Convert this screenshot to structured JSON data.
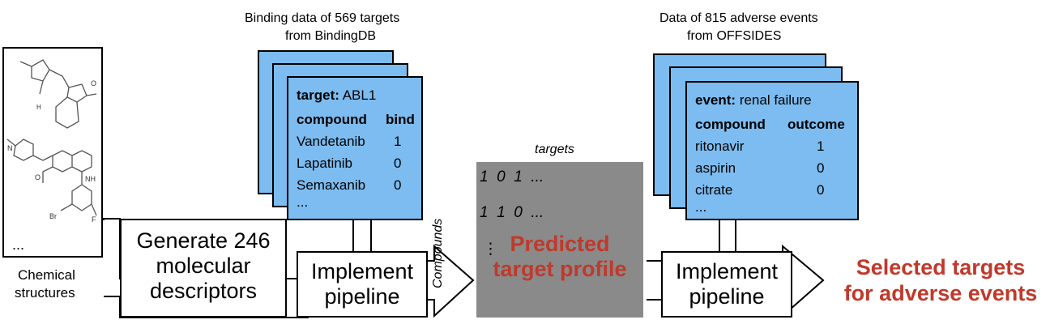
{
  "structures": {
    "ellipsis": "...",
    "label_line1": "Chemical",
    "label_line2": "structures"
  },
  "descriptor_step": {
    "line1": "Generate 246",
    "line2": "molecular",
    "line3": "descriptors"
  },
  "pipeline_left": {
    "line1": "Implement",
    "line2": "pipeline"
  },
  "pipeline_right": {
    "line1": "Implement",
    "line2": "pipeline"
  },
  "binding": {
    "title_line1": "Binding data of 569 targets",
    "title_line2": "from BindingDB",
    "target_key": "target:",
    "target_value": "ABL1",
    "col_compound": "compound",
    "col_bind": "bind",
    "rows": [
      {
        "compound": "Vandetanib",
        "value": "1"
      },
      {
        "compound": "Lapatinib",
        "value": "0"
      },
      {
        "compound": "Semaxanib",
        "value": "0"
      }
    ],
    "more": "..."
  },
  "adverse": {
    "title_line1": "Data of 815 adverse events",
    "title_line2": "from OFFSIDES",
    "event_key": "event:",
    "event_value": "renal failure",
    "col_compound": "compound",
    "col_outcome": "outcome",
    "rows": [
      {
        "compound": "ritonavir",
        "value": "1"
      },
      {
        "compound": "aspirin",
        "value": "0"
      },
      {
        "compound": "citrate",
        "value": "0"
      }
    ],
    "more": "..."
  },
  "matrix": {
    "top_label": "targets",
    "side_label": "Compounds",
    "row1": "1  0  1  ...",
    "row2": "1  1  0  ...",
    "vdots": "⋮",
    "title_line1": "Predicted",
    "title_line2": "target profile"
  },
  "result": {
    "line1": "Selected targets",
    "line2": "for adverse events"
  },
  "colors": {
    "card_fill": "#7cbcf0",
    "matrix_fill": "#8a8a8a",
    "highlight_red": "#c0392b"
  }
}
